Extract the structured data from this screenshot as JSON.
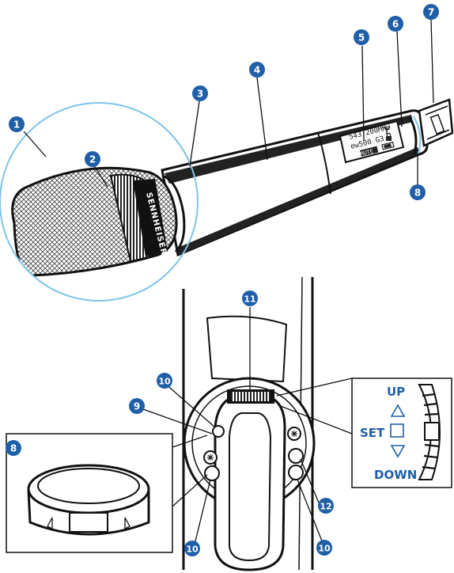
{
  "callouts": [
    "1",
    "2",
    "3",
    "4",
    "5",
    "6",
    "7",
    "8",
    "9",
    "10",
    "11",
    "12"
  ],
  "callout_color": "#1f5fa8",
  "accent_line_color": "#7fc4e8",
  "brand_text": "SENNHEISER",
  "display": {
    "frequency": "543.200MHz",
    "model": "ew500 G3",
    "mute": "MUTE",
    "antenna_icon": "antenna-icon",
    "lock_icon": "lock-icon",
    "battery_icon": "battery-icon"
  },
  "control_labels": {
    "up": "UP",
    "set": "SET",
    "down": "DOWN"
  },
  "control_icons": [
    "up-triangle-icon",
    "set-square-icon",
    "down-triangle-icon"
  ]
}
